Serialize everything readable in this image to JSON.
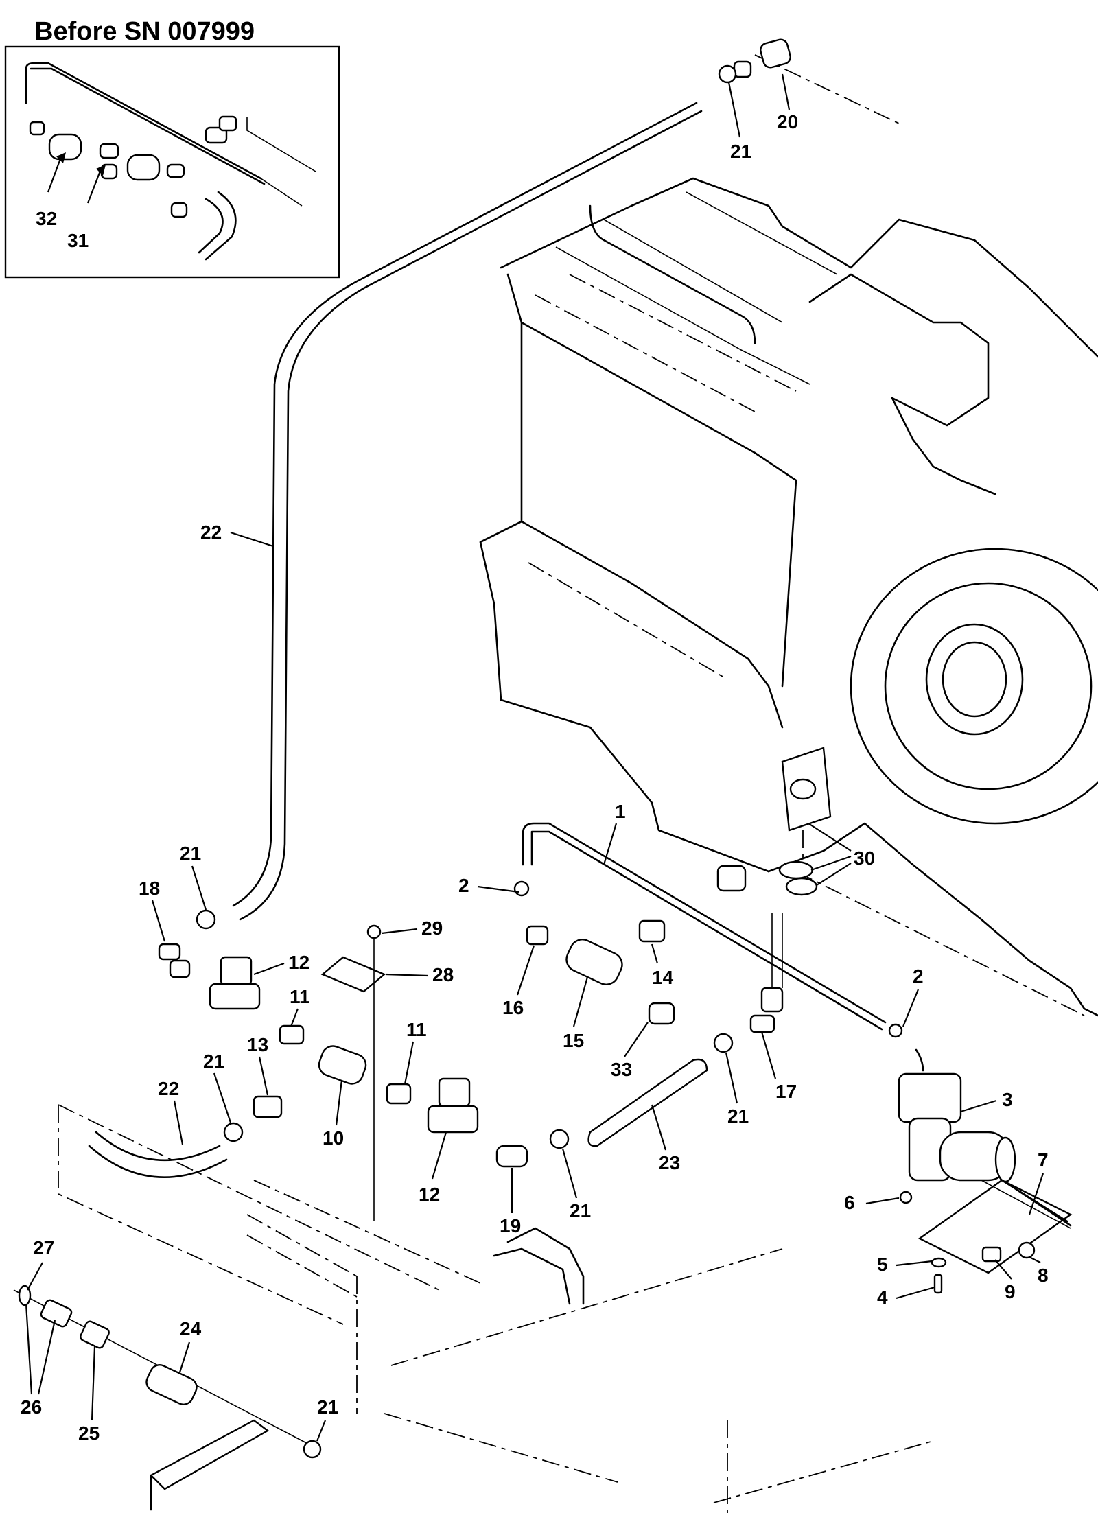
{
  "inset": {
    "title": "Before SN 007999"
  },
  "callouts": {
    "c1": "1",
    "c2": "2",
    "c3": "3",
    "c4": "4",
    "c5": "5",
    "c6": "6",
    "c7": "7",
    "c8": "8",
    "c9": "9",
    "c10": "10",
    "c11": "11",
    "c12": "12",
    "c13": "13",
    "c14": "14",
    "c15": "15",
    "c16": "16",
    "c17": "17",
    "c18": "18",
    "c19": "19",
    "c20": "20",
    "c21": "21",
    "c22": "22",
    "c23": "23",
    "c24": "24",
    "c25": "25",
    "c26": "26",
    "c27": "27",
    "c28": "28",
    "c29": "29",
    "c30": "30",
    "c31": "31",
    "c32": "32",
    "c33": "33"
  }
}
